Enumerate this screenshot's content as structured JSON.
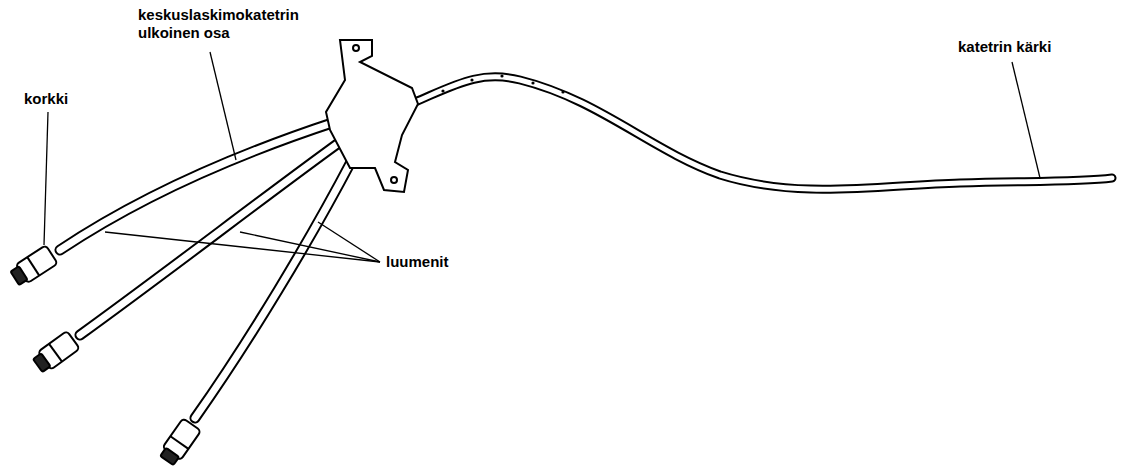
{
  "diagram": {
    "labels": [
      "keskuslaskimokatetrin ulkoinen osa",
      "korkki",
      "luumenit",
      "katetrin kärki"
    ]
  }
}
